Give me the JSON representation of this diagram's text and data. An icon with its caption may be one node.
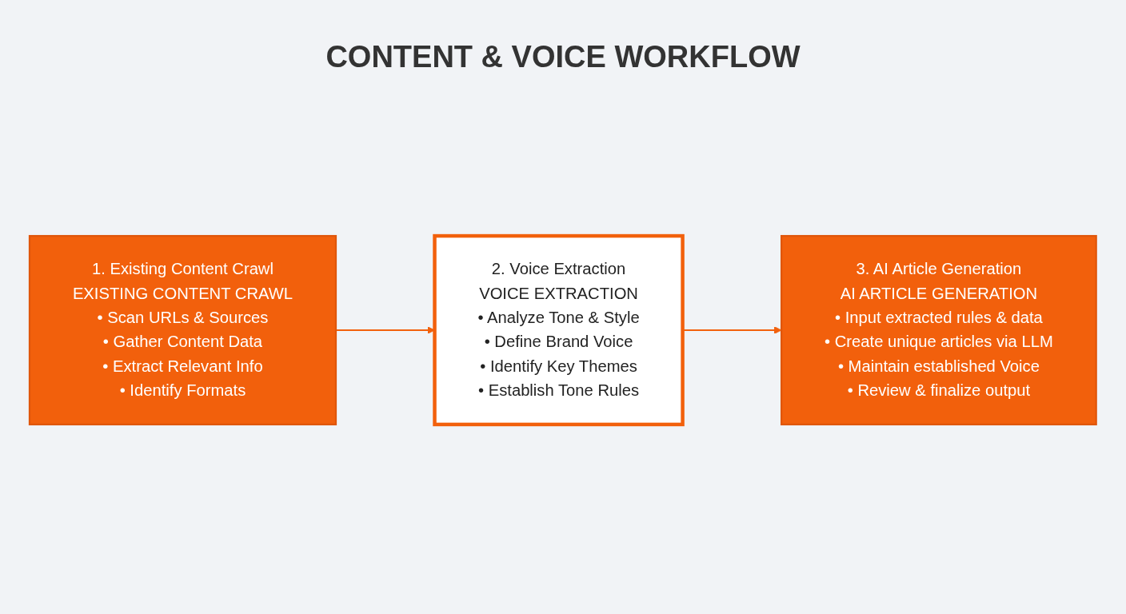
{
  "diagram": {
    "title": "CONTENT & VOICE WORKFLOW",
    "nodes": [
      {
        "text": [
          "1. Existing Content Crawl",
          "EXISTING CONTENT CRAWL",
          "• Scan URLs & Sources",
          "• Gather Content Data",
          "• Extract Relevant Info",
          "• Identify Formats"
        ]
      },
      {
        "text": [
          "2. Voice Extraction",
          "VOICE EXTRACTION",
          "• Analyze Tone & Style",
          "• Define Brand Voice",
          "• Identify Key Themes",
          "• Establish Tone Rules"
        ]
      },
      {
        "text": [
          "3. AI Article Generation",
          "AI ARTICLE GENERATION",
          "• Input extracted rules & data",
          "• Create unique articles via LLM",
          "• Maintain established Voice",
          "• Review & finalize output"
        ]
      }
    ],
    "edges": [
      {
        "from": 0,
        "to": 1,
        "arrow": "to"
      },
      {
        "from": 1,
        "to": 2,
        "arrow": "to"
      }
    ]
  }
}
